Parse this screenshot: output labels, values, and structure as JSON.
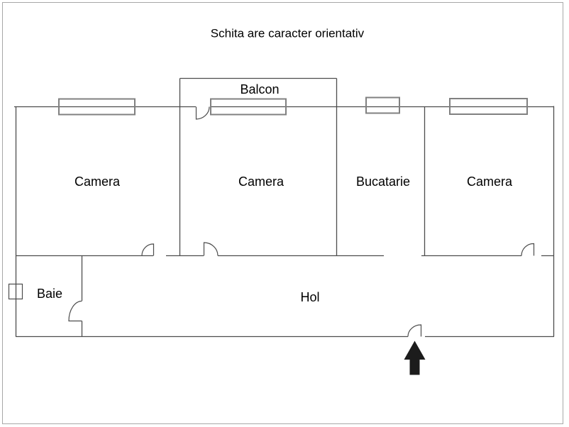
{
  "title": "Schita are caracter orientativ",
  "rooms": {
    "balcon": {
      "label": "Balcon"
    },
    "camera_left": {
      "label": "Camera"
    },
    "camera_center": {
      "label": "Camera"
    },
    "bucatarie": {
      "label": "Bucatarie"
    },
    "camera_right": {
      "label": "Camera"
    },
    "baie": {
      "label": "Baie"
    },
    "hol": {
      "label": "Hol"
    }
  },
  "icons": {
    "entrance_arrow": "up-arrow"
  },
  "colors": {
    "wall": "#4d4d4d",
    "window_frame": "#808080",
    "page_border": "#a8a8a8",
    "arrow": "#1c1c1c",
    "text": "#000000"
  }
}
